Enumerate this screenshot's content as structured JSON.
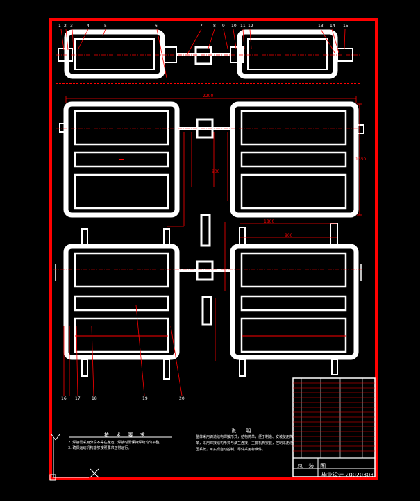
{
  "part_numbers": [
    "1",
    "2",
    "3",
    "4",
    "5",
    "6",
    "7",
    "8",
    "9",
    "10",
    "11",
    "12",
    "13",
    "14",
    "15",
    "16",
    "17",
    "18",
    "19",
    "20"
  ],
  "dimensions": {
    "overall_width": "2200",
    "right_height": "1350",
    "center_gap": "900",
    "lower_span": "1800",
    "lower_span_inner": "900"
  },
  "technical_requirements": {
    "title": "技 术 要 求",
    "items": [
      "2. 焊接需采用分段不得在搬运、焊接时需保持焊缝均匀平整。",
      "3. 确保运动机构能够按照要求正常运行。"
    ]
  },
  "description": {
    "title": "说 明",
    "text": "整体采用铸造结构焊接形式，结构简单，便于制造、安装使用简单，采用焊接结构形式与法兰连接，主要机构安装，控制采用液压系统，可实现自动控制，零件采用标准件。"
  },
  "title_block": {
    "drawing_name": "总 装 图",
    "school": "毕业设计 20020303"
  },
  "colors": {
    "frame": "#ff0000",
    "lines": "#ffffff",
    "background": "#000000"
  }
}
